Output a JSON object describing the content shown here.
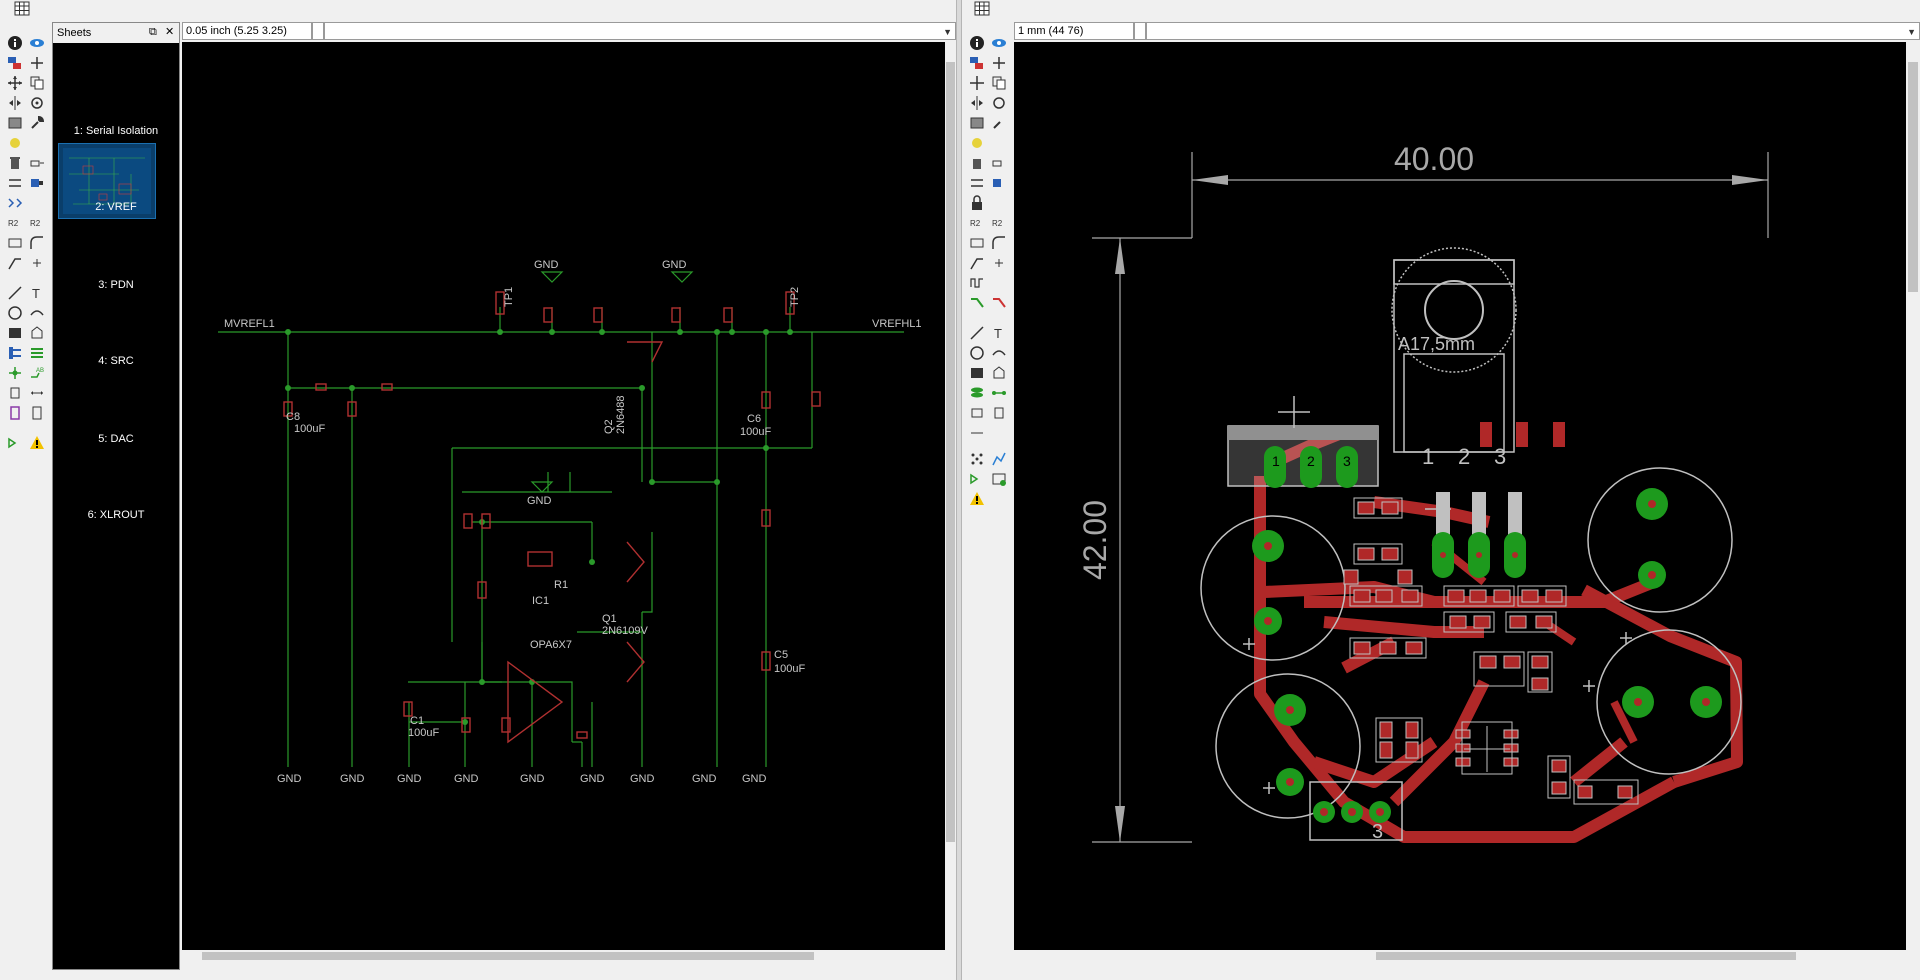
{
  "schematic": {
    "coord_readout": "0.05 inch (5.25 3.25)",
    "sheets_title": "Sheets",
    "sheets": [
      {
        "label": "1: Serial Isolation"
      },
      {
        "label": "2: VREF"
      },
      {
        "label": "3: PDN"
      },
      {
        "label": "4: SRC"
      },
      {
        "label": "5: DAC"
      },
      {
        "label": "6: XLROUT"
      }
    ],
    "nets": {
      "left": "MVREFL1",
      "right": "VREFHL1"
    },
    "gnd_label": "GND",
    "parts": {
      "tp1": "TP1",
      "tp2": "TP2",
      "q2_name": "Q2",
      "q2_value": "2N6488",
      "q1_name": "Q1",
      "q1_value": "2N6109V",
      "ic1_name": "IC1",
      "ic1_value": "OPA6X7",
      "r1": "R1",
      "c6_name": "C6",
      "c6_value": "100uF",
      "c8_name": "C8",
      "c8_value": "100uF",
      "c5_name": "C5",
      "c5_value": "100uF",
      "c1_name": "C1",
      "c1_value": "100uF"
    },
    "colors": {
      "wire": "#2a9a2a",
      "part": "#b03030",
      "text": "#c8c8c8",
      "background": "#000000"
    }
  },
  "board": {
    "coord_readout": "1 mm (44 76)",
    "dim_width": "40.00",
    "dim_height": "42.00",
    "package_label": "A17,5mm",
    "pin_labels": [
      "1",
      "2",
      "3"
    ],
    "small_pin_labels": [
      "1",
      "2",
      "3"
    ],
    "pot_label": "3",
    "colors": {
      "copper_top": "#b02828",
      "pad": "#1d9a1d",
      "silk": "#c0c0c0",
      "background": "#000000"
    }
  }
}
